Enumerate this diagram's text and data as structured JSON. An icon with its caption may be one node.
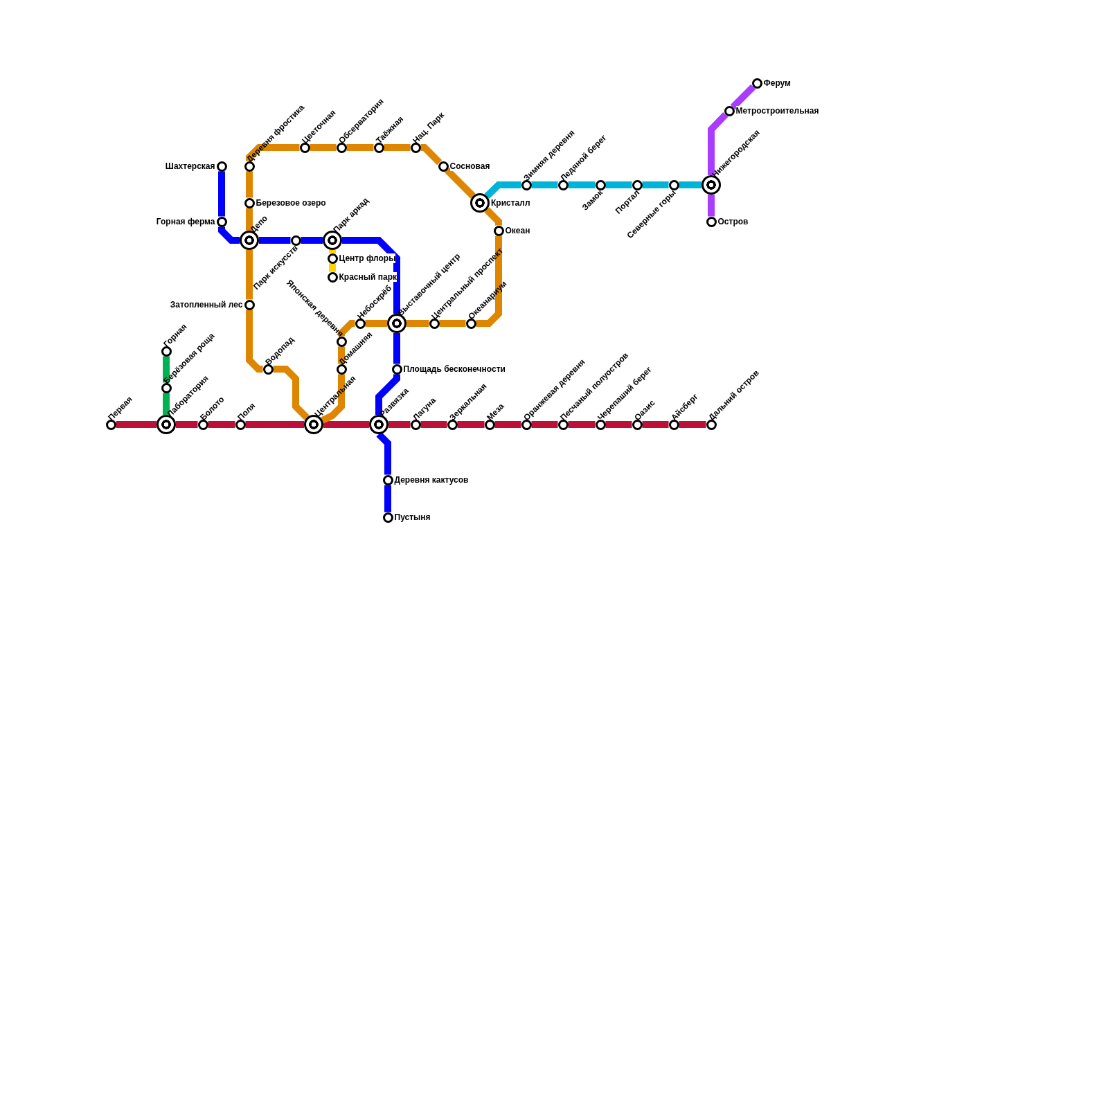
{
  "diagram": {
    "nodes": [
      {
        "text": [
          "Первая"
        ]
      },
      {
        "text": [
          "Лаборатория"
        ]
      },
      {
        "text": [
          "Болото"
        ]
      },
      {
        "text": [
          "Поля"
        ]
      },
      {
        "text": [
          "Центральная"
        ]
      },
      {
        "text": [
          "Развязка"
        ]
      },
      {
        "text": [
          "Лагуна"
        ]
      },
      {
        "text": [
          "Зеркальная"
        ]
      },
      {
        "text": [
          "Меза"
        ]
      },
      {
        "text": [
          "Оранжевая деревня"
        ]
      },
      {
        "text": [
          "Песчаный полуостров"
        ]
      },
      {
        "text": [
          "Черепаший берег"
        ]
      },
      {
        "text": [
          "Оазис"
        ]
      },
      {
        "text": [
          "Айсберг"
        ]
      },
      {
        "text": [
          "Дальний остров"
        ]
      },
      {
        "text": [
          "Горная"
        ]
      },
      {
        "text": [
          "Берёзовая роща"
        ]
      },
      {
        "text": [
          "Шахтерская"
        ]
      },
      {
        "text": [
          "Горная ферма"
        ]
      },
      {
        "text": [
          "Депо"
        ]
      },
      {
        "text": [
          "Парк искусств"
        ]
      },
      {
        "text": [
          "Парк аркад"
        ]
      },
      {
        "text": [
          "Выставочный центр"
        ]
      },
      {
        "text": [
          "Площадь бесконечности"
        ]
      },
      {
        "text": [
          "Деревня кактусов"
        ]
      },
      {
        "text": [
          "Пустыня"
        ]
      },
      {
        "text": [
          "Центр флоры"
        ]
      },
      {
        "text": [
          "Красный парк"
        ]
      },
      {
        "text": [
          "Деревня фростика"
        ]
      },
      {
        "text": [
          "Цветочная"
        ]
      },
      {
        "text": [
          "Обсерватория"
        ]
      },
      {
        "text": [
          "Таёжная"
        ]
      },
      {
        "text": [
          "Нац. Парк"
        ]
      },
      {
        "text": [
          "Сосновая"
        ]
      },
      {
        "text": [
          "Кристалл"
        ]
      },
      {
        "text": [
          "Океан"
        ]
      },
      {
        "text": [
          "Океанариум"
        ]
      },
      {
        "text": [
          "Центральный проспект"
        ]
      },
      {
        "text": [
          "Небоскрёб"
        ]
      },
      {
        "text": [
          "Японская деревня"
        ]
      },
      {
        "text": [
          "Домашняя"
        ]
      },
      {
        "text": [
          "Водопад"
        ]
      },
      {
        "text": [
          "Затопленный лес"
        ]
      },
      {
        "text": [
          "Березовое озеро"
        ]
      },
      {
        "text": [
          "Зимняя деревня"
        ]
      },
      {
        "text": [
          "Ледяной берег"
        ]
      },
      {
        "text": [
          "Замок"
        ]
      },
      {
        "text": [
          "Портал"
        ]
      },
      {
        "text": [
          "Северные горы"
        ]
      },
      {
        "text": [
          "Нижегородская"
        ]
      },
      {
        "text": [
          "Остров"
        ]
      },
      {
        "text": [
          "Метростроительная"
        ]
      },
      {
        "text": [
          "Ферум"
        ]
      }
    ],
    "edges": [
      {
        "from": 0,
        "to": 1,
        "arrow": "none",
        "color": "#bd1038"
      },
      {
        "from": 1,
        "to": 2,
        "arrow": "none",
        "color": "#bd1038"
      },
      {
        "from": 2,
        "to": 3,
        "arrow": "none",
        "color": "#bd1038"
      },
      {
        "from": 3,
        "to": 4,
        "arrow": "none",
        "color": "#bd1038"
      },
      {
        "from": 4,
        "to": 5,
        "arrow": "none",
        "color": "#bd1038"
      },
      {
        "from": 5,
        "to": 6,
        "arrow": "none",
        "color": "#bd1038"
      },
      {
        "from": 6,
        "to": 7,
        "arrow": "none",
        "color": "#bd1038"
      },
      {
        "from": 7,
        "to": 8,
        "arrow": "none",
        "color": "#bd1038"
      },
      {
        "from": 8,
        "to": 9,
        "arrow": "none",
        "color": "#bd1038"
      },
      {
        "from": 9,
        "to": 10,
        "arrow": "none",
        "color": "#bd1038"
      },
      {
        "from": 10,
        "to": 11,
        "arrow": "none",
        "color": "#bd1038"
      },
      {
        "from": 11,
        "to": 12,
        "arrow": "none",
        "color": "#bd1038"
      },
      {
        "from": 12,
        "to": 13,
        "arrow": "none",
        "color": "#bd1038"
      },
      {
        "from": 13,
        "to": 14,
        "arrow": "none",
        "color": "#bd1038"
      },
      {
        "from": 15,
        "to": 16,
        "arrow": "none",
        "color": "#00b251"
      },
      {
        "from": 16,
        "to": 1,
        "arrow": "none",
        "color": "#00b251"
      },
      {
        "from": 17,
        "to": 18,
        "arrow": "none",
        "color": "#0000ff"
      },
      {
        "from": 18,
        "to": 19,
        "arrow": "none",
        "color": "#0000ff"
      },
      {
        "from": 19,
        "to": 20,
        "arrow": "none",
        "color": "#0000ff"
      },
      {
        "from": 20,
        "to": 21,
        "arrow": "none",
        "color": "#0000ff"
      },
      {
        "from": 21,
        "to": 22,
        "arrow": "none",
        "color": "#0000ff"
      },
      {
        "from": 22,
        "to": 23,
        "arrow": "none",
        "color": "#0000ff"
      },
      {
        "from": 23,
        "to": 5,
        "arrow": "none",
        "color": "#0000ff"
      },
      {
        "from": 5,
        "to": 24,
        "arrow": "none",
        "color": "#0000ff"
      },
      {
        "from": 24,
        "to": 25,
        "arrow": "none",
        "color": "#0000ff"
      },
      {
        "from": 21,
        "to": 26,
        "arrow": "none",
        "color": "#ffd200"
      },
      {
        "from": 26,
        "to": 27,
        "arrow": "none",
        "color": "#ffd200"
      },
      {
        "from": 28,
        "to": 29,
        "arrow": "none"
      },
      {
        "from": 29,
        "to": 30,
        "arrow": "none"
      },
      {
        "from": 30,
        "to": 31,
        "arrow": "none"
      },
      {
        "from": 31,
        "to": 32,
        "arrow": "none"
      },
      {
        "from": 32,
        "to": 33,
        "arrow": "none"
      },
      {
        "from": 33,
        "to": 34,
        "arrow": "none"
      },
      {
        "from": 34,
        "to": 35,
        "arrow": "none"
      },
      {
        "from": 35,
        "to": 36,
        "arrow": "none"
      },
      {
        "from": 36,
        "to": 37,
        "arrow": "none"
      },
      {
        "from": 37,
        "to": 22,
        "arrow": "none"
      },
      {
        "from": 22,
        "to": 38,
        "arrow": "none"
      },
      {
        "from": 38,
        "to": 39,
        "arrow": "none"
      },
      {
        "from": 39,
        "to": 40,
        "arrow": "none"
      },
      {
        "from": 40,
        "to": 4,
        "arrow": "none"
      },
      {
        "from": 4,
        "to": 41,
        "arrow": "none"
      },
      {
        "from": 41,
        "to": 42,
        "arrow": "none"
      },
      {
        "from": 42,
        "to": 19,
        "arrow": "none"
      },
      {
        "from": 19,
        "to": 43,
        "arrow": "none"
      },
      {
        "from": 43,
        "to": 28,
        "arrow": "none"
      },
      {
        "from": 34,
        "to": 44,
        "arrow": "none",
        "color": "#00b4d8"
      },
      {
        "from": 44,
        "to": 45,
        "arrow": "none",
        "color": "#00b4d8"
      },
      {
        "from": 45,
        "to": 46,
        "arrow": "none",
        "color": "#00b4d8"
      },
      {
        "from": 46,
        "to": 47,
        "arrow": "none",
        "color": "#00b4d8"
      },
      {
        "from": 47,
        "to": 48,
        "arrow": "none",
        "color": "#00b4d8"
      },
      {
        "from": 48,
        "to": 49,
        "arrow": "none",
        "color": "#00b4d8"
      },
      {
        "from": 50,
        "to": 49,
        "arrow": "none",
        "color": "#aa3cff"
      },
      {
        "from": 49,
        "to": 51,
        "arrow": "none",
        "color": "#aa3cff"
      },
      {
        "from": 51,
        "to": 52,
        "arrow": "none",
        "color": "#aa3cff"
      }
    ]
  }
}
